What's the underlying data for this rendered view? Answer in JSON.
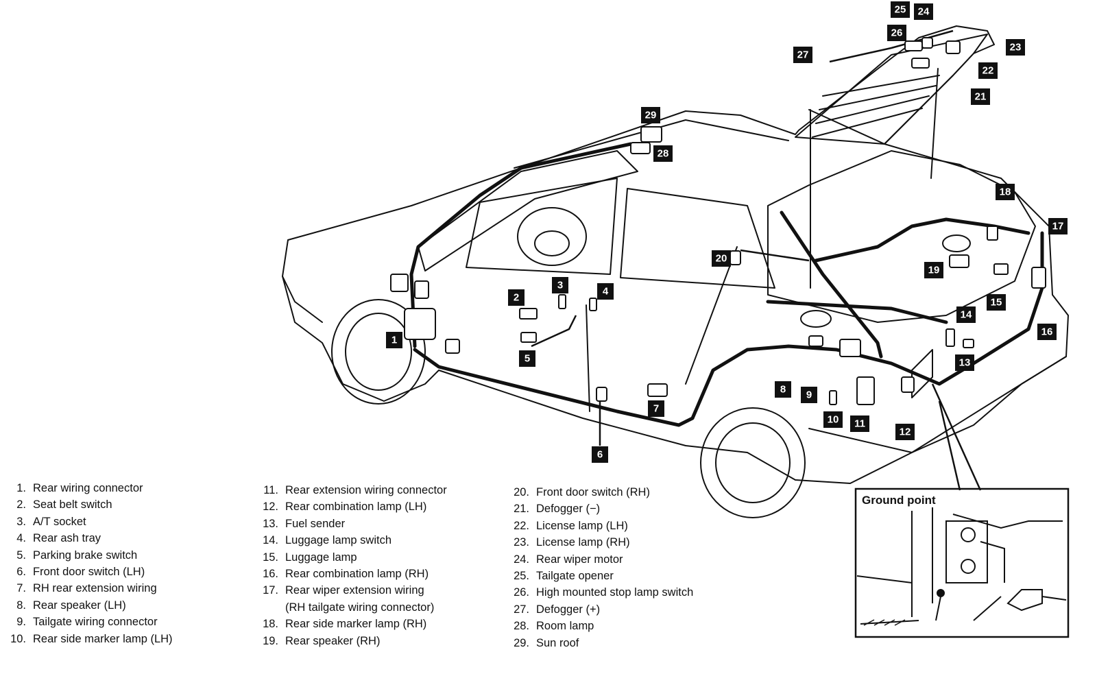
{
  "callouts": [
    "1",
    "2",
    "3",
    "4",
    "5",
    "6",
    "7",
    "8",
    "9",
    "10",
    "11",
    "12",
    "13",
    "14",
    "15",
    "16",
    "17",
    "18",
    "19",
    "20",
    "21",
    "22",
    "23",
    "24",
    "25",
    "26",
    "27",
    "28",
    "29"
  ],
  "legend": {
    "col1": [
      {
        "num": "1.",
        "text": "Rear wiring connector"
      },
      {
        "num": "2.",
        "text": "Seat belt switch"
      },
      {
        "num": "3.",
        "text": "A/T socket"
      },
      {
        "num": "4.",
        "text": "Rear ash tray"
      },
      {
        "num": "5.",
        "text": "Parking brake switch"
      },
      {
        "num": "6.",
        "text": "Front door switch (LH)"
      },
      {
        "num": "7.",
        "text": "RH rear extension wiring"
      },
      {
        "num": "8.",
        "text": "Rear speaker (LH)"
      },
      {
        "num": "9.",
        "text": "Tailgate wiring connector"
      },
      {
        "num": "10.",
        "text": "Rear side marker lamp (LH)"
      }
    ],
    "col2": [
      {
        "num": "11.",
        "text": "Rear extension wiring connector"
      },
      {
        "num": "12.",
        "text": "Rear combination lamp (LH)"
      },
      {
        "num": "13.",
        "text": "Fuel sender"
      },
      {
        "num": "14.",
        "text": "Luggage lamp switch"
      },
      {
        "num": "15.",
        "text": "Luggage lamp"
      },
      {
        "num": "16.",
        "text": "Rear combination lamp (RH)"
      },
      {
        "num": "17.",
        "text": "Rear wiper extension wiring"
      },
      {
        "num": "",
        "text": "(RH tailgate wiring connector)"
      },
      {
        "num": "18.",
        "text": "Rear side marker lamp (RH)"
      },
      {
        "num": "19.",
        "text": "Rear speaker (RH)"
      }
    ],
    "col3": [
      {
        "num": "20.",
        "text": "Front door switch (RH)"
      },
      {
        "num": "21.",
        "text": "Defogger (−)"
      },
      {
        "num": "22.",
        "text": "License lamp (LH)"
      },
      {
        "num": "23.",
        "text": "License lamp (RH)"
      },
      {
        "num": "24.",
        "text": "Rear wiper motor"
      },
      {
        "num": "25.",
        "text": "Tailgate opener"
      },
      {
        "num": "26.",
        "text": "High mounted stop lamp switch"
      },
      {
        "num": "27.",
        "text": "Defogger (+)"
      },
      {
        "num": "28.",
        "text": "Room lamp"
      },
      {
        "num": "29.",
        "text": "Sun roof"
      }
    ]
  },
  "ground_point": {
    "title": "Ground point"
  }
}
